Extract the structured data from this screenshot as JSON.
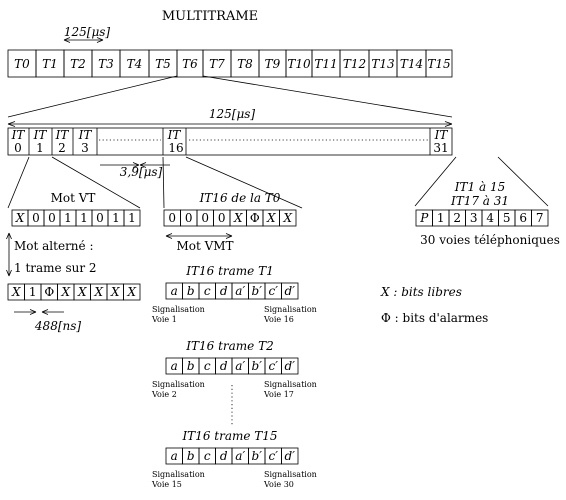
{
  "title": "MULTITRAME",
  "top_duration": "125[μs]",
  "frames": [
    "T0",
    "T1",
    "T2",
    "T3",
    "T4",
    "T5",
    "T6",
    "T7",
    "T8",
    "T9",
    "T10",
    "T11",
    "T12",
    "T13",
    "T14",
    "T15"
  ],
  "frame_duration": "125[μs]",
  "slots": {
    "it0": [
      "IT",
      "0"
    ],
    "it1": [
      "IT",
      "1"
    ],
    "it2": [
      "IT",
      "2"
    ],
    "it3": [
      "IT",
      "3"
    ],
    "it16": [
      "IT",
      "16"
    ],
    "it31": [
      "IT",
      "31"
    ]
  },
  "slot_duration": "3,9[μs]",
  "mot_vt": {
    "label": "Mot VT",
    "bits": [
      "X",
      "0",
      "0",
      "1",
      "1",
      "0",
      "1",
      "1"
    ]
  },
  "alternate": {
    "line1": "Mot alterné :",
    "line2": "1 trame sur 2",
    "bits": [
      "X",
      "1",
      "Φ",
      "X",
      "X",
      "X",
      "X",
      "X"
    ],
    "duration": "488[ns]"
  },
  "it16_t0": {
    "label": "IT16 de la T0",
    "bits": [
      "0",
      "0",
      "0",
      "0",
      "X",
      "Φ",
      "X",
      "X"
    ],
    "sublabel": "Mot VMT"
  },
  "voice": {
    "line1": "IT1 à 15",
    "line2": "IT17 à 31",
    "bits": [
      "P",
      "1",
      "2",
      "3",
      "4",
      "5",
      "6",
      "7"
    ],
    "caption": "30 voies téléphoniques"
  },
  "signal_frames": [
    {
      "label": "IT16 trame T1",
      "bits": [
        "a",
        "b",
        "c",
        "d",
        "a′",
        "b′",
        "c′",
        "d′"
      ],
      "left": [
        "Signalisation",
        "Voie 1"
      ],
      "right": [
        "Signalisation",
        "Voie 16"
      ]
    },
    {
      "label": "IT16 trame T2",
      "bits": [
        "a",
        "b",
        "c",
        "d",
        "a′",
        "b′",
        "c′",
        "d′"
      ],
      "left": [
        "Signalisation",
        "Voie 2"
      ],
      "right": [
        "Signalisation",
        "Voie 17"
      ]
    },
    {
      "label": "IT16 trame T15",
      "bits": [
        "a",
        "b",
        "c",
        "d",
        "a′",
        "b′",
        "c′",
        "d′"
      ],
      "left": [
        "Signalisation",
        "Voie 15"
      ],
      "right": [
        "Signalisation",
        "Voie 30"
      ]
    }
  ],
  "legend": {
    "x": "X : bits libres",
    "phi": "Φ : bits d'alarmes"
  }
}
